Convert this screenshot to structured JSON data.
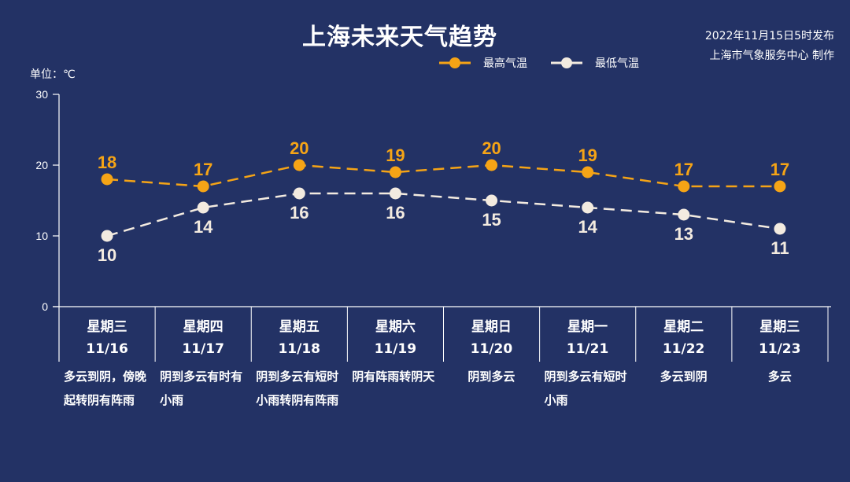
{
  "header": {
    "title": "上海未来天气趋势",
    "publish_time": "2022年11月15日5时发布",
    "publisher": "上海市气象服务中心 制作"
  },
  "axis": {
    "unit": "单位：℃",
    "ticks": [
      "30",
      "20",
      "10",
      "0"
    ]
  },
  "legend": {
    "high_label": "最高气温",
    "low_label": "最低气温"
  },
  "colors": {
    "background": "#233265",
    "high": "#F5A416",
    "low": "#F3EBE0"
  },
  "days": [
    {
      "weekday": "星期三",
      "date": "11/16",
      "desc": "多云到阴，傍晚起转阴有阵雨"
    },
    {
      "weekday": "星期四",
      "date": "11/17",
      "desc": "阴到多云有时有小雨"
    },
    {
      "weekday": "星期五",
      "date": "11/18",
      "desc": "阴到多云有短时小雨转阴有阵雨"
    },
    {
      "weekday": "星期六",
      "date": "11/19",
      "desc": "阴有阵雨转阴天"
    },
    {
      "weekday": "星期日",
      "date": "11/20",
      "desc": "阴到多云"
    },
    {
      "weekday": "星期一",
      "date": "11/21",
      "desc": "阴到多云有短时小雨"
    },
    {
      "weekday": "星期二",
      "date": "11/22",
      "desc": "多云到阴"
    },
    {
      "weekday": "星期三",
      "date": "11/23",
      "desc": "多云"
    }
  ],
  "chart_data": {
    "type": "line",
    "title": "上海未来天气趋势",
    "xlabel": "",
    "ylabel": "单位：℃",
    "ylim": [
      0,
      30
    ],
    "yticks": [
      0,
      10,
      20,
      30
    ],
    "grid": false,
    "legend_position": "top-right",
    "categories": [
      "星期三 11/16",
      "星期四 11/17",
      "星期五 11/18",
      "星期六 11/19",
      "星期日 11/20",
      "星期一 11/21",
      "星期二 11/22",
      "星期三 11/23"
    ],
    "series": [
      {
        "name": "最高气温",
        "color": "#F5A416",
        "line_style": "dashed",
        "values": [
          18,
          17,
          20,
          19,
          20,
          19,
          17,
          17
        ]
      },
      {
        "name": "最低气温",
        "color": "#F3EBE0",
        "line_style": "dashed",
        "values": [
          10,
          14,
          16,
          16,
          15,
          14,
          13,
          11
        ]
      }
    ]
  }
}
